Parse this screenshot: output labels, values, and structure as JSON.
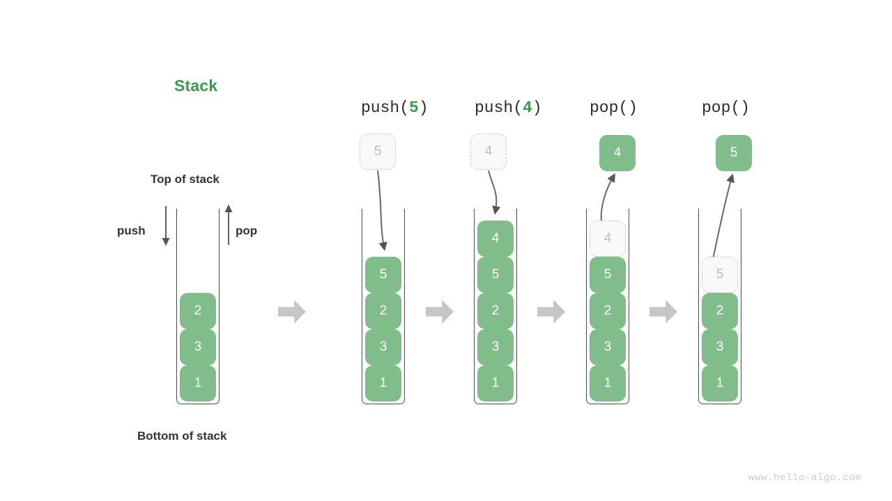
{
  "diagram": {
    "title": "Stack",
    "top_label": "Top of stack",
    "bottom_label": "Bottom of stack",
    "push_label": "push",
    "pop_label": "pop",
    "watermark": "www.hello-algo.com",
    "accent_green": "#3E9950",
    "cell_green": "#80BD8A",
    "ghost_gray": "#bdbdbd",
    "arrow_gray": "#c6c6c6",
    "stroke_dark": "#4a4a4a"
  },
  "stages": [
    {
      "id": "initial",
      "op": null,
      "op_parts": {
        "name": "",
        "arg": ""
      },
      "external_cell": null,
      "cells": [
        {
          "value": "2",
          "state": "filled"
        },
        {
          "value": "3",
          "state": "filled"
        },
        {
          "value": "1",
          "state": "filled"
        }
      ]
    },
    {
      "id": "push5",
      "op": "push(5)",
      "op_parts": {
        "name": "push(",
        "arg": "5",
        "close": ")"
      },
      "external_cell": {
        "value": "5",
        "state": "ghost",
        "position": "above"
      },
      "cells": [
        {
          "value": "5",
          "state": "filled"
        },
        {
          "value": "2",
          "state": "filled"
        },
        {
          "value": "3",
          "state": "filled"
        },
        {
          "value": "1",
          "state": "filled"
        }
      ]
    },
    {
      "id": "push4",
      "op": "push(4)",
      "op_parts": {
        "name": "push(",
        "arg": "4",
        "close": ")"
      },
      "external_cell": {
        "value": "4",
        "state": "ghost",
        "position": "above"
      },
      "cells": [
        {
          "value": "4",
          "state": "filled"
        },
        {
          "value": "5",
          "state": "filled"
        },
        {
          "value": "2",
          "state": "filled"
        },
        {
          "value": "3",
          "state": "filled"
        },
        {
          "value": "1",
          "state": "filled"
        }
      ]
    },
    {
      "id": "pop1",
      "op": "pop()",
      "op_parts": {
        "name": "pop(",
        "arg": "",
        "close": ")"
      },
      "external_cell": {
        "value": "4",
        "state": "filled",
        "position": "above"
      },
      "cells": [
        {
          "value": "4",
          "state": "ghost"
        },
        {
          "value": "5",
          "state": "filled"
        },
        {
          "value": "2",
          "state": "filled"
        },
        {
          "value": "3",
          "state": "filled"
        },
        {
          "value": "1",
          "state": "filled"
        }
      ]
    },
    {
      "id": "pop2",
      "op": "pop()",
      "op_parts": {
        "name": "pop(",
        "arg": "",
        "close": ")"
      },
      "external_cell": {
        "value": "5",
        "state": "filled",
        "position": "above"
      },
      "cells": [
        {
          "value": "5",
          "state": "ghost"
        },
        {
          "value": "2",
          "state": "filled"
        },
        {
          "value": "3",
          "state": "filled"
        },
        {
          "value": "1",
          "state": "filled"
        }
      ]
    }
  ],
  "flow_arrows": [
    "stage-1",
    "stage-2",
    "stage-3",
    "stage-4"
  ]
}
